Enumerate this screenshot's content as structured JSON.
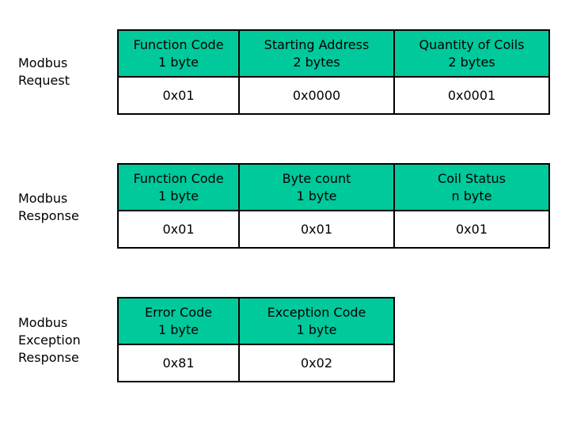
{
  "sections": [
    {
      "label": "Modbus\nRequest",
      "fields": [
        {
          "header": "Function Code\n1 byte",
          "value": "0x01"
        },
        {
          "header": "Starting Address\n2 bytes",
          "value": "0x0000"
        },
        {
          "header": "Quantity of Coils\n2 bytes",
          "value": "0x0001"
        }
      ]
    },
    {
      "label": "Modbus\nResponse",
      "fields": [
        {
          "header": "Function Code\n1 byte",
          "value": "0x01"
        },
        {
          "header": "Byte count\n1 byte",
          "value": "0x01"
        },
        {
          "header": "Coil Status\nn byte",
          "value": "0x01"
        }
      ]
    },
    {
      "label": "Modbus\nException\nResponse",
      "fields": [
        {
          "header": "Error Code\n1 byte",
          "value": "0x81"
        },
        {
          "header": "Exception Code\n1 byte",
          "value": "0x02"
        }
      ]
    }
  ],
  "colors": {
    "header_fill": "#00c99c",
    "border": "#000000",
    "value_fill": "#ffffff"
  }
}
